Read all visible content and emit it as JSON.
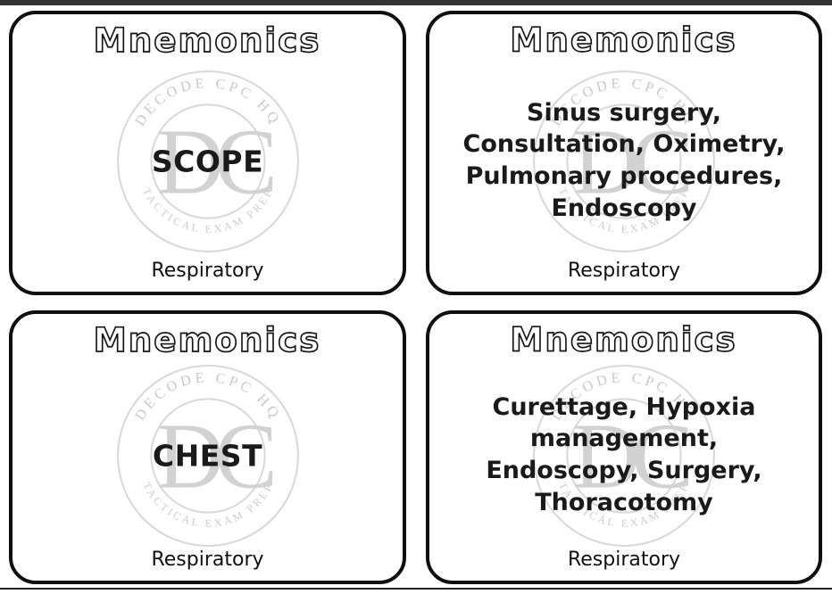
{
  "page": {
    "top_bar_color": "#333333",
    "bottom_rule_color": "#222222",
    "background": "#ffffff"
  },
  "watermark": {
    "arc_top": "DECODE CPC HQ",
    "initials": "DC",
    "arc_bottom": "TACTICAL EXAM PREP",
    "color": "#d2d2d2"
  },
  "cards": [
    {
      "title": "Mnemonics",
      "body": "SCOPE",
      "category": "Respiratory"
    },
    {
      "title": "Mnemonics",
      "body": "Sinus surgery,\nConsultation, Oximetry,\nPulmonary procedures,\nEndoscopy",
      "category": "Respiratory"
    },
    {
      "title": "Mnemonics",
      "body": "CHEST",
      "category": "Respiratory"
    },
    {
      "title": "Mnemonics",
      "body": "Curettage, Hypoxia\nmanagement,\nEndoscopy, Surgery,\nThoracotomy",
      "category": "Respiratory"
    }
  ]
}
